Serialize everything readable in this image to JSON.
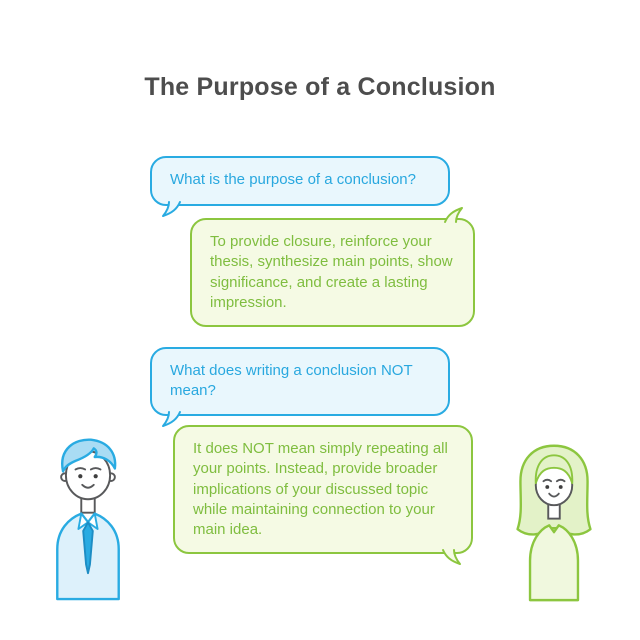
{
  "title": "The Purpose of a Conclusion",
  "colors": {
    "blue_border": "#29ABE2",
    "blue_fill": "#E9F7FD",
    "blue_text": "#29A8DF",
    "green_border": "#8CC63F",
    "green_fill": "#F5FAE4",
    "green_text": "#7FBD3F",
    "title_text": "#4D4D4D"
  },
  "conversation": [
    {
      "speaker": "questioner",
      "side": "left",
      "text": "What is the purpose of a conclusion?"
    },
    {
      "speaker": "responder",
      "side": "right",
      "text": "To provide closure, reinforce your thesis, synthesize main points, show significance, and create a lasting impression."
    },
    {
      "speaker": "questioner",
      "side": "left",
      "text": "What does writing a conclusion NOT mean?"
    },
    {
      "speaker": "responder",
      "side": "right",
      "text": "It does NOT mean simply repeating all your points. Instead, provide broader implications of your discussed topic while maintaining connection to your main idea."
    }
  ],
  "characters": [
    {
      "name": "male-character",
      "position": "bottom-left"
    },
    {
      "name": "female-character",
      "position": "bottom-right"
    }
  ]
}
